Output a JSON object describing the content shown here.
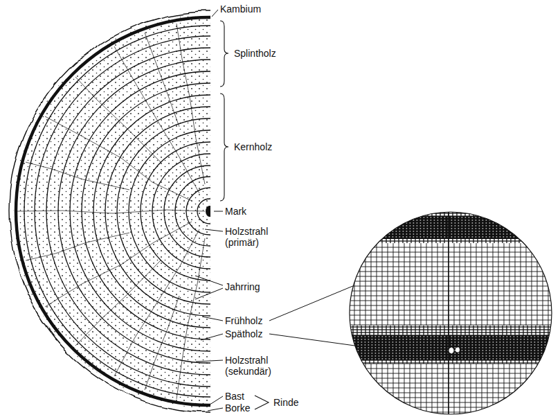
{
  "diagram": {
    "labels": [
      "Kambium",
      "Splintholz",
      "Kernholz",
      "Mark",
      "Holzstrahl (primär)",
      "Jahrring",
      "Frühholz",
      "Spätholz",
      "Holzstrahl (sekundär)",
      "Bast",
      "Borke",
      "Rinde"
    ]
  }
}
